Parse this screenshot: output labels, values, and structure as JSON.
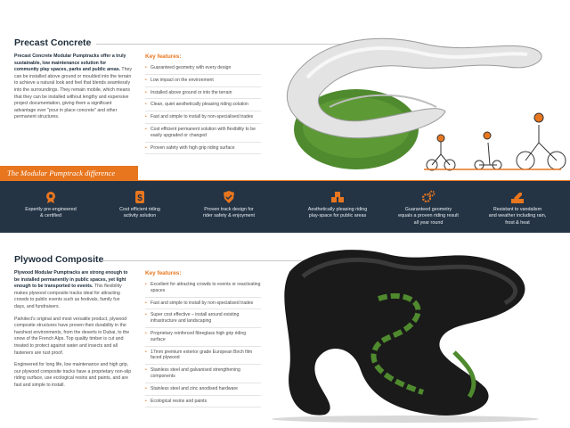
{
  "precast": {
    "title": "Precast Concrete",
    "intro_bold": "Precast Concrete Modular Pumptracks offer a truly sustainable, low maintenance solution for community play spaces, parks and public areas.",
    "intro_rest": " They can be installed above ground or moulded into the terrain to achieve a natural look and feel that blends seamlessly into the surroundings. They remain mobile, which means that they can be installed without lengthy and expensive project documentation, giving them a significant advantage over \"pour in place concrete\" and other permanent structures.",
    "key_features_title": "Key features:",
    "key_features": [
      "Guaranteed geometry with every design",
      "Low impact on the environment",
      "Installed above ground or into the terrain",
      "Clean, quiet aesthetically pleasing riding solution",
      "Fast and simple to install by non-specialised trades",
      "Cost efficient permanent solution with flexibility to be easily upgraded or changed",
      "Proven safety with high grip riding surface"
    ]
  },
  "banner": {
    "tab_text": "The Modular Pumptrack difference",
    "features": [
      {
        "icon": "engineered-badge-icon",
        "label_1": "Expertly pre-engineered",
        "label_2": "& certified"
      },
      {
        "icon": "dollar-icon",
        "label_1": "Cost efficient riding",
        "label_2": "activity solution"
      },
      {
        "icon": "shield-icon",
        "label_1": "Proven track design for",
        "label_2": "rider safety & enjoyment"
      },
      {
        "icon": "cubes-icon",
        "label_1": "Aesthetically pleasing riding",
        "label_2": "play-space for public areas"
      },
      {
        "icon": "gears-icon",
        "label_1": "Guaranteed geometry",
        "label_2": "equals a proven riding result",
        "label_3": "all year round"
      },
      {
        "icon": "vandal-proof-icon",
        "label_1": "Resistant to vandalism",
        "label_2": "and weather including rain,",
        "label_3": "frost & heat"
      }
    ]
  },
  "plywood": {
    "title": "Plywood Composite",
    "p1_bold": "Plywood Modular Pumptracks are strong enough to be installed permanently in public spaces, yet light enough to be transported to events.",
    "p1_rest": " This flexibility makes plywood composite tracks ideal for attracting crowds to public events such as festivals, family fun days, and fundraisers.",
    "p2": "Parkitect's original and most versatile product, plywood composite structures have proven their durability in the harshest environments, from the deserts in Dubai, to the snow of the French Alps. Top quality timber is cut and treated to protect against water and insects and all fasteners are rust proof.",
    "p3": "Engineered for long life, low maintenance and high grip, our plywood composite tracks have a proprietary non-slip riding surface, use ecological resins and paints, and are fast and simple to install.",
    "key_features_title": "Key features:",
    "key_features": [
      "Excellent for attracting crowds to events or reactivating spaces",
      "Fast and simple to install by non-specialised trades",
      "Super cost effective – install around existing infrastructure and landscaping",
      "Proprietary reinforced fibreglass high grip riding surface",
      "17mm premium exterior grade European Birch film faced plywood",
      "Stainless steel and galvanised strengthening components",
      "Stainless steel and zinc anodised hardware",
      "Ecological resins and paints"
    ]
  },
  "colors": {
    "accent": "#e8761e",
    "banner_bg": "#243445",
    "title": "#1d2c3a",
    "grass": "#4f8a2e"
  }
}
